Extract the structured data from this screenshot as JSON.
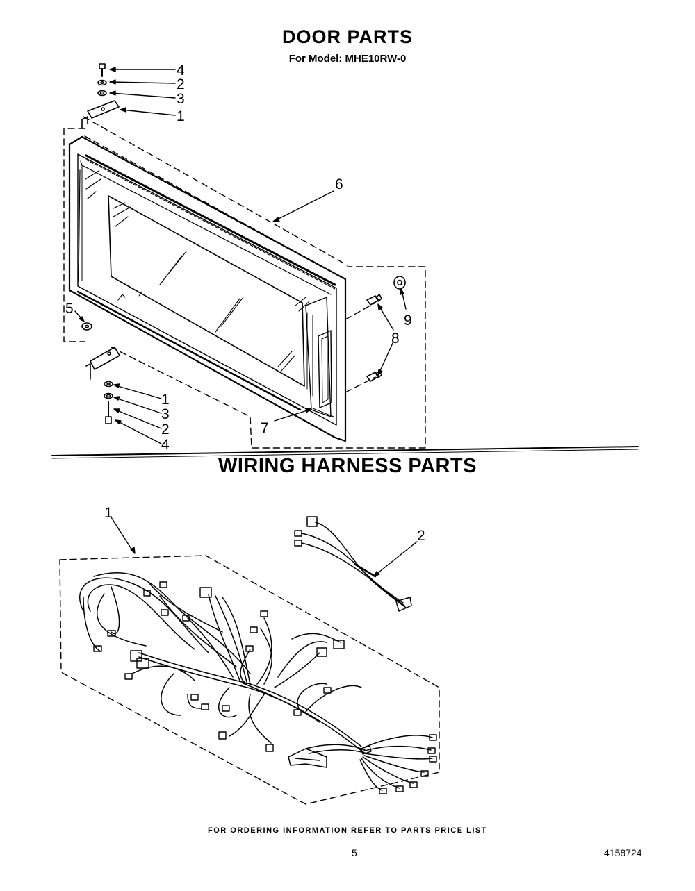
{
  "door_title": "DOOR PARTS",
  "model_line": "For Model: MHE10RW-0",
  "harness_title": "WIRING HARNESS PARTS",
  "footer_note": "FOR ORDERING INFORMATION REFER TO PARTS PRICE LIST",
  "page_number": "5",
  "doc_number": "4158724",
  "door_callouts": [
    "4",
    "2",
    "3",
    "1",
    "6",
    "9",
    "8",
    "5",
    "1",
    "3",
    "2",
    "4",
    "7"
  ],
  "harness_callouts": [
    "1",
    "2"
  ]
}
